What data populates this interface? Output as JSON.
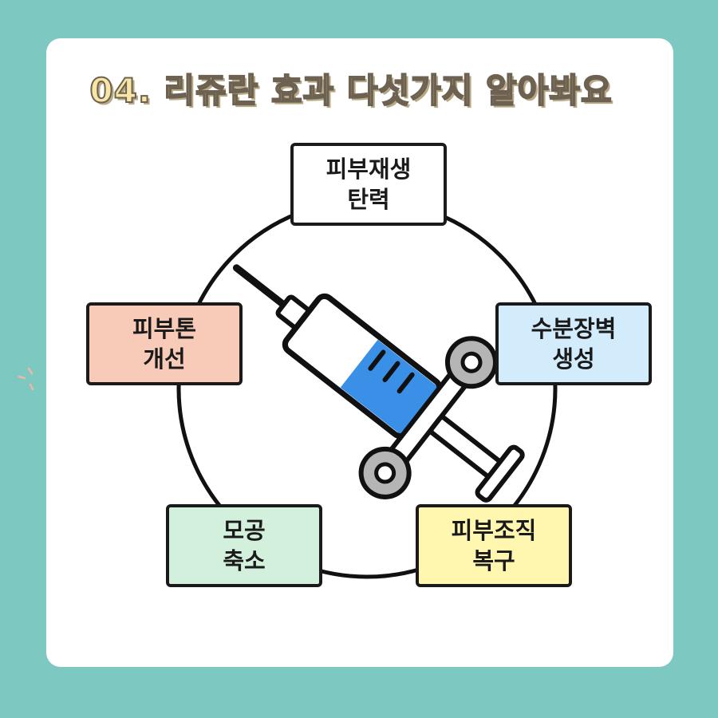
{
  "title": "04. 리쥬란 효과 다섯가지 알아봐요",
  "effects": [
    {
      "line1": "피부재생",
      "line2": "탄력",
      "color": "#ffffff"
    },
    {
      "line1": "수분장벽",
      "line2": "생성",
      "color": "#d3ecfb"
    },
    {
      "line1": "피부조직",
      "line2": "복구",
      "color": "#fff6b0"
    },
    {
      "line1": "모공",
      "line2": "축소",
      "color": "#d3f0dc"
    },
    {
      "line1": "피부톤",
      "line2": "개선",
      "color": "#f8cbb8"
    }
  ],
  "colors": {
    "background": "#7ec8c2",
    "syringe_liquid": "#3a8fe6",
    "syringe_handle": "#b5b5b5"
  },
  "icons": [
    "syringe-icon"
  ]
}
